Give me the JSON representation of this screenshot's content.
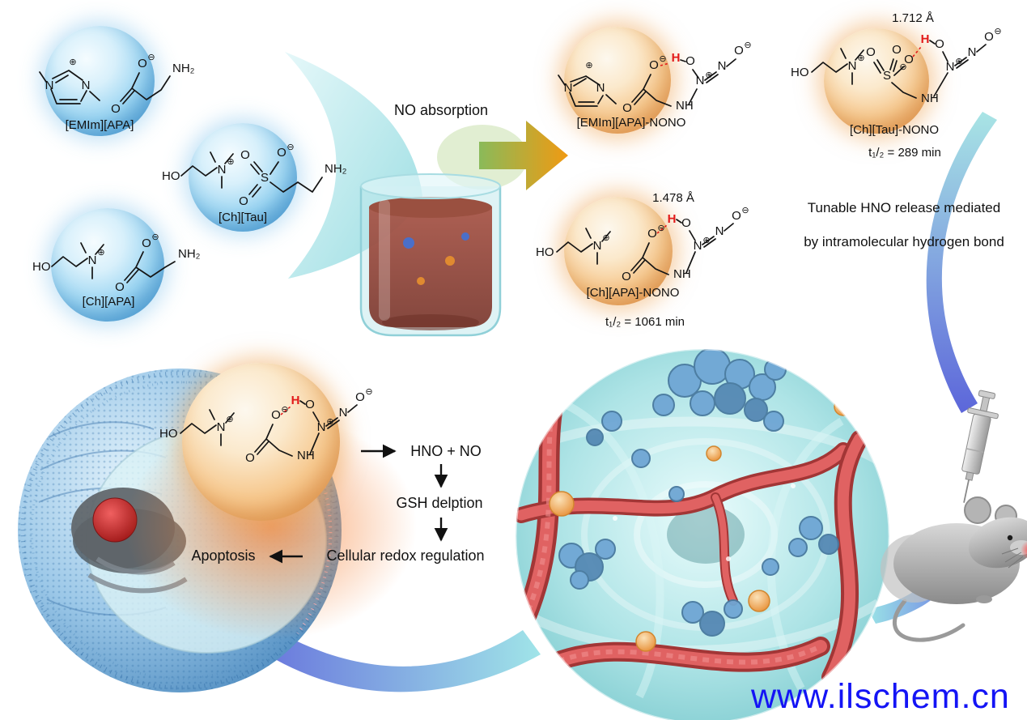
{
  "colors": {
    "blue_sphere": "#5fb0e2",
    "orange_sphere": "#eda45c",
    "hbond_red": "#e21a1a",
    "arrow_orange": "#f09a12",
    "swoosh_teal": "#7fd4da",
    "swoosh_blue": "#4a55d6",
    "watermark_blue": "#1414f5"
  },
  "reactants": {
    "emim_apa": {
      "label": "[EMIm][APA]"
    },
    "ch_tau": {
      "label": "[Ch][Tau]"
    },
    "ch_apa": {
      "label": "[Ch][APA]"
    }
  },
  "reaction": {
    "arrow_label": "NO absorption"
  },
  "products": {
    "emim_apa_nono": {
      "label": "[EMIm][APA]-NONO"
    },
    "ch_tau_nono": {
      "label": "[Ch][Tau]-NONO",
      "hbond_distance": "1.712 Å",
      "half_life": "t₁/₂ = 289 min"
    },
    "ch_apa_nono": {
      "label": "[Ch][APA]-NONO",
      "hbond_distance": "1.478 Å",
      "half_life": "t₁/₂ = 1061 min"
    }
  },
  "caption": {
    "line1": "Tunable HNO release mediated",
    "line2": "by intramolecular hydrogen bond"
  },
  "pathway": {
    "release": "HNO + NO",
    "gsh": "GSH delption",
    "redox": "Cellular redox regulation",
    "apoptosis": "Apoptosis"
  },
  "watermark": "www.ilschem.cn",
  "atoms": {
    "ho": "HO",
    "nh2": "NH₂",
    "nh": "NH",
    "n": "N",
    "o": "O",
    "s": "S",
    "h": "H",
    "plus": "⊕",
    "minus": "⊖"
  }
}
